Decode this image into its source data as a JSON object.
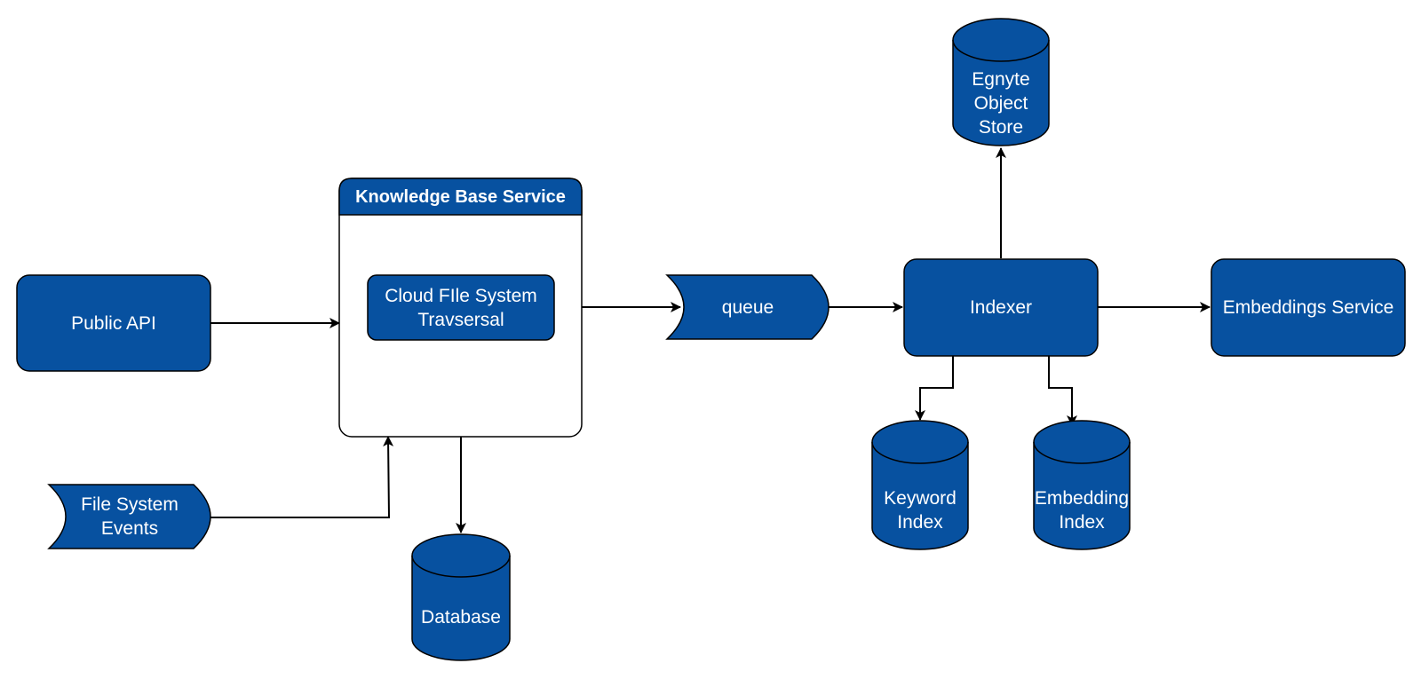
{
  "colors": {
    "node_fill": "#0751a0",
    "stroke": "#000000",
    "text": "#ffffff",
    "background": "#ffffff"
  },
  "nodes": {
    "public_api": {
      "label": "Public API",
      "shape": "rounded-rectangle"
    },
    "file_system_events": {
      "label": "File System\nEvents",
      "shape": "stored-data"
    },
    "knowledge_base_service": {
      "label": "Knowledge Base Service",
      "shape": "container"
    },
    "cloud_file_system_traversal": {
      "label": "Cloud FIle System\nTravsersal",
      "shape": "rounded-rectangle"
    },
    "database": {
      "label": "Database",
      "shape": "cylinder"
    },
    "queue": {
      "label": "queue",
      "shape": "stored-data"
    },
    "indexer": {
      "label": "Indexer",
      "shape": "rounded-rectangle"
    },
    "egnyte_object_store": {
      "label": "Egnyte\nObject\nStore",
      "shape": "cylinder"
    },
    "embeddings_service": {
      "label": "Embeddings Service",
      "shape": "rounded-rectangle"
    },
    "keyword_index": {
      "label": "Keyword\nIndex",
      "shape": "cylinder"
    },
    "embedding_index": {
      "label": "Embedding\nIndex",
      "shape": "cylinder"
    }
  },
  "edges": [
    {
      "from": "public_api",
      "to": "knowledge_base_service"
    },
    {
      "from": "file_system_events",
      "to": "knowledge_base_service"
    },
    {
      "from": "knowledge_base_service",
      "to": "database"
    },
    {
      "from": "knowledge_base_service",
      "to": "queue"
    },
    {
      "from": "queue",
      "to": "indexer"
    },
    {
      "from": "indexer",
      "to": "egnyte_object_store"
    },
    {
      "from": "indexer",
      "to": "embeddings_service"
    },
    {
      "from": "indexer",
      "to": "keyword_index"
    },
    {
      "from": "indexer",
      "to": "embedding_index"
    }
  ]
}
